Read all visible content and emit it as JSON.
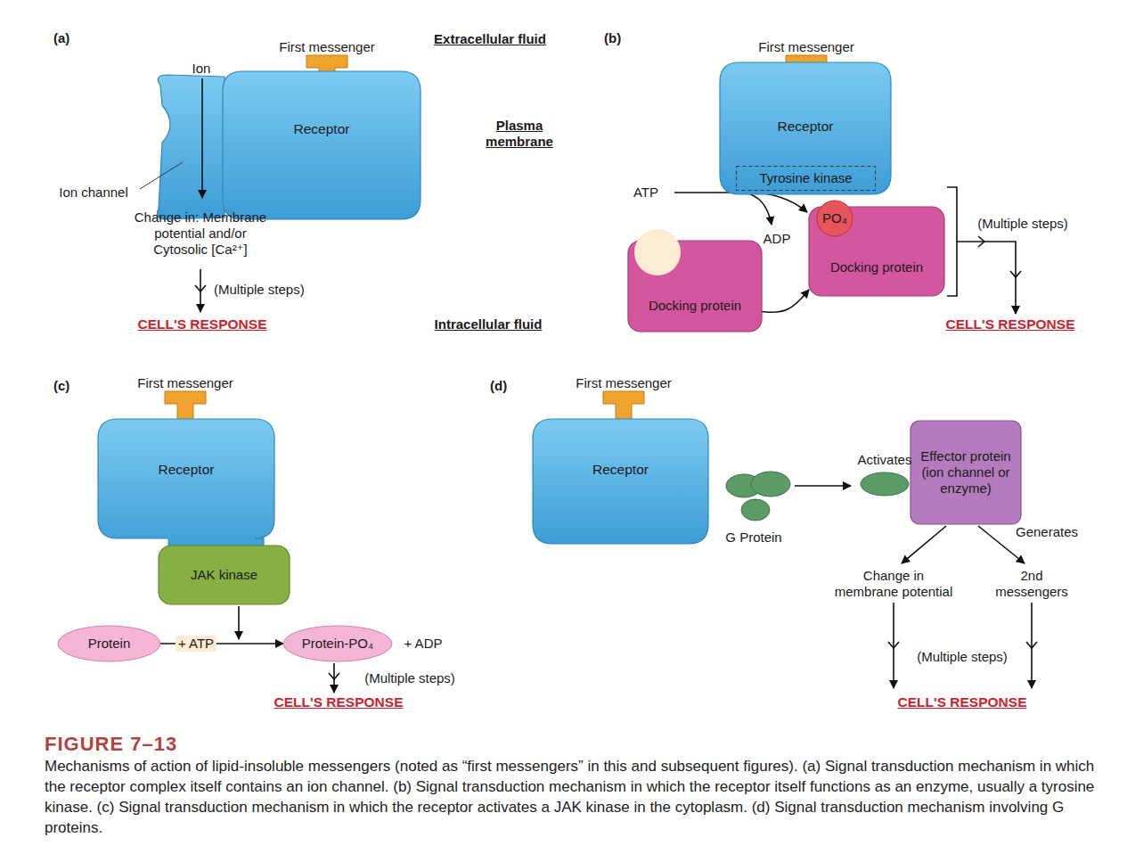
{
  "diagram": {
    "title": "FIGURE 7–13",
    "caption": "Mechanisms of action of lipid-insoluble messengers (noted as “first messengers” in this and subsequent figures). (a) Signal transduction mechanism in which the receptor complex itself contains an ion channel. (b) Signal transduction mechanism in which the receptor itself functions as an enzyme, usually a tyrosine kinase. (c) Signal transduction mechanism in which the receptor activates a JAK kinase in the cytoplasm. (d) Signal transduction mechanism involving G proteins.",
    "nodes": [
      {
        "text": [
          "(a)"
        ]
      },
      {
        "text": [
          "First messenger"
        ],
        "in": 0
      },
      {
        "text": [
          "Receptor"
        ],
        "in": 0
      },
      {
        "text": [
          "(b)"
        ]
      },
      {
        "text": [
          "First messenger"
        ],
        "in": 3
      },
      {
        "text": [
          "Receptor"
        ],
        "in": 3
      },
      {
        "text": [
          "Tyrosine kinase"
        ],
        "in": 5
      },
      {
        "text": [
          "Docking protein"
        ],
        "in": 3
      },
      {
        "text": [
          "PO₄"
        ],
        "in": 7
      },
      {
        "text": [
          "Docking protein"
        ],
        "in": 3
      },
      {
        "text": [
          "(c)"
        ]
      },
      {
        "text": [
          "First messenger"
        ],
        "in": 10
      },
      {
        "text": [
          "Receptor"
        ],
        "in": 10
      },
      {
        "text": [
          "JAK kinase"
        ],
        "in": 10
      },
      {
        "text": [
          "Protein"
        ],
        "in": 10
      },
      {
        "text": [
          "Protein-PO₄"
        ],
        "in": 10
      },
      {
        "text": [
          "(d)"
        ]
      },
      {
        "text": [
          "First messenger"
        ],
        "in": 16
      },
      {
        "text": [
          "Receptor"
        ],
        "in": 16
      },
      {
        "text": [
          "Activates"
        ],
        "in": 16
      },
      {
        "text": [
          "Effector protein (ion channel or enzyme)"
        ],
        "in": 16
      },
      {
        "text": [
          "G Protein"
        ],
        "in": 16
      }
    ],
    "edges": [
      {
        "from": 9,
        "to": 7,
        "arrow": "to"
      },
      {
        "from": 14,
        "to": 15,
        "label": "+ ATP",
        "arrow": "to"
      },
      {
        "from": 21,
        "to": 19,
        "arrow": "to"
      }
    ],
    "labels": [
      "Extracellular fluid",
      "Ion",
      "Plasma membrane",
      "Ion channel",
      "Change in: Membrane potential and/or Cytosolic [Ca²⁺]",
      "(Multiple steps)",
      "CELL'S RESPONSE",
      "Intracellular fluid",
      "ATP",
      "ADP",
      "(Multiple steps)",
      "CELL'S RESPONSE",
      "+ ADP",
      "(Multiple steps)",
      "CELL'S RESPONSE",
      "Change in membrane potential",
      "Generates",
      "2nd messengers",
      "(Multiple steps)",
      "CELL'S RESPONSE"
    ]
  }
}
